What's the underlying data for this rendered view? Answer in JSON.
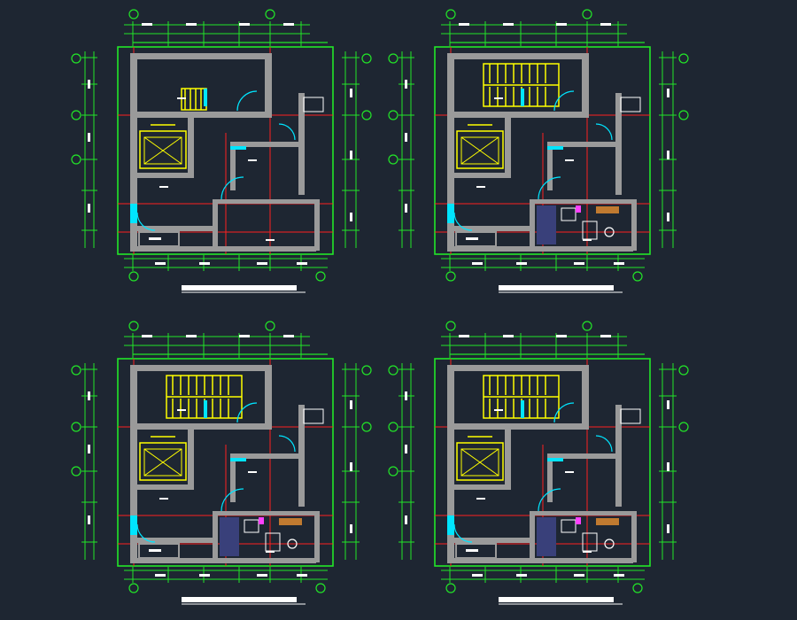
{
  "drawing": {
    "background": "#1e2632",
    "layer_colors": {
      "grid_axis": "#22e628",
      "walls": "#9a9a9a",
      "hidden_lines": "#ff2020",
      "stairs": "#ffff00",
      "elevator": "#ffff00",
      "doors": "#00e5ff",
      "glass": "#00e5ff",
      "fixtures": "#b060ff",
      "fixtures_fill": "#39407a",
      "annotations": "#ffffff",
      "railing": "#c07a30",
      "magenta_marks": "#ff40ff"
    },
    "sheets": [
      {
        "id": "plan-1",
        "title": "",
        "has_stair_flights": false,
        "has_bathroom_fixtures": false
      },
      {
        "id": "plan-2",
        "title": "",
        "has_stair_flights": true,
        "has_bathroom_fixtures": true
      },
      {
        "id": "plan-3",
        "title": "",
        "has_stair_flights": true,
        "has_bathroom_fixtures": true
      },
      {
        "id": "plan-4",
        "title": "",
        "has_stair_flights": true,
        "has_bathroom_fixtures": true
      }
    ]
  }
}
